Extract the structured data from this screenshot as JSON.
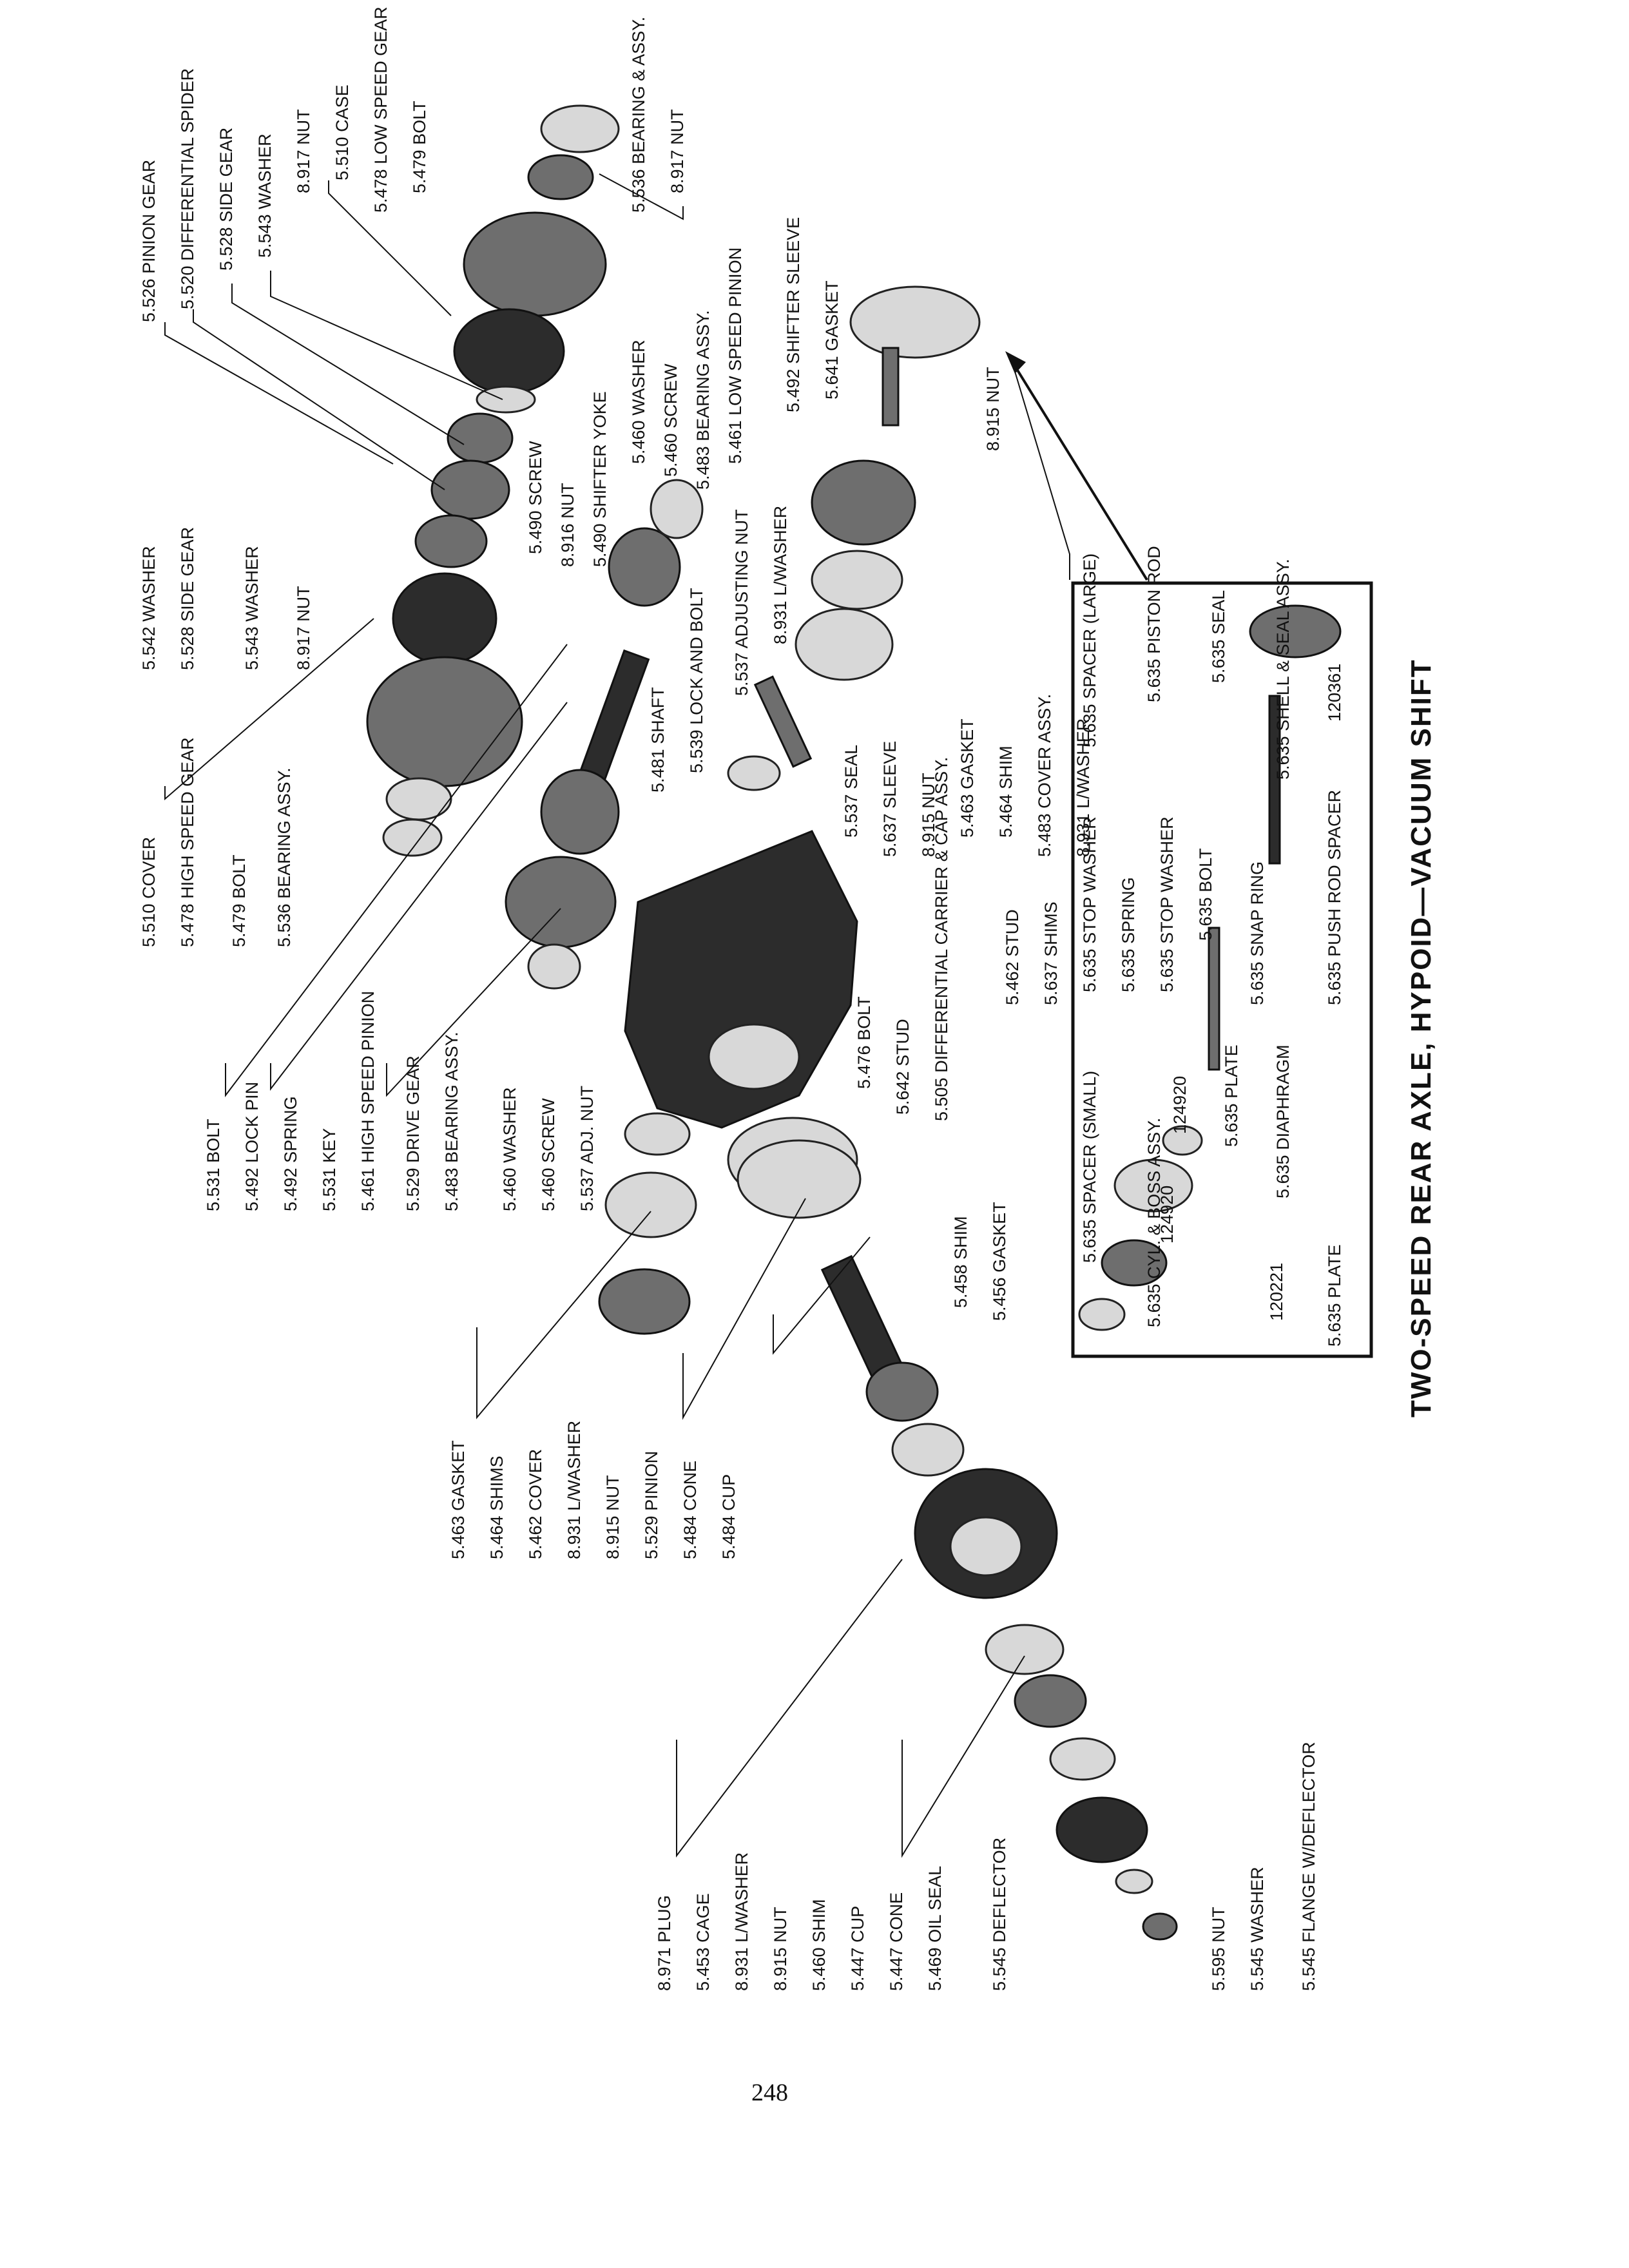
{
  "title": "TWO-SPEED REAR AXLE, HYPOID—VACUUM SHIFT",
  "page_number": "248",
  "callouts": {
    "top_group": [
      "5.526 PINION GEAR",
      "5.520 DIFFERENTIAL SPIDER",
      "5.528 SIDE GEAR",
      "5.543 WASHER",
      "8.917 NUT",
      "5.510 CASE",
      "5.478 LOW SPEED GEAR",
      "5.479 BOLT",
      "5.536 BEARING & ASSY.",
      "8.917 NUT"
    ],
    "shifter_group": [
      "5.492 SHIFTER SLEEVE",
      "5.641 GASKET",
      "8.915 NUT",
      "5.460 WASHER",
      "5.460 SCREW",
      "5.483 BEARING ASSY.",
      "5.461 LOW SPEED PINION",
      "5.490 SCREW",
      "8.916 NUT",
      "5.490 SHIFTER YOKE"
    ],
    "middle_left": [
      "5.542 WASHER",
      "5.528 SIDE GEAR",
      "5.543 WASHER",
      "8.917 NUT",
      "5.510 COVER",
      "5.478 HIGH SPEED GEAR",
      "5.479 BOLT",
      "5.536 BEARING ASSY."
    ],
    "middle_right": [
      "8.931 L/WASHER",
      "5.537 ADJUSTING NUT",
      "5.539 LOCK AND BOLT",
      "5.481 SHAFT",
      "5.537 SEAL",
      "5.637 SLEEVE",
      "8.915 NUT",
      "5.463 GASKET",
      "5.464 SHIM",
      "5.483 COVER ASSY.",
      "8.931 L/WASHER"
    ],
    "carrier_group": [
      "5.462 STUD",
      "5.637 SHIMS",
      "5.476 BOLT",
      "5.642 STUD",
      "5.505 DIFFERENTIAL CARRIER & CAP ASSY."
    ],
    "left_group": [
      "5.531 BOLT",
      "5.492 LOCK PIN",
      "5.492 SPRING",
      "5.531 KEY",
      "5.461 HIGH SPEED PINION",
      "5.529 DRIVE GEAR",
      "5.483 BEARING ASSY.",
      "5.460 WASHER",
      "5.460 SCREW",
      "5.537 ADJ. NUT"
    ],
    "pinion_group": [
      "5.458 SHIM",
      "5.456 GASKET",
      "5.463 GASKET",
      "5.464 SHIMS",
      "5.462 COVER",
      "8.931 L/WASHER",
      "8.915 NUT",
      "5.529 PINION",
      "5.484 CONE",
      "5.484 CUP"
    ],
    "bottom_group": [
      "8.971 PLUG",
      "5.453 CAGE",
      "8.931 L/WASHER",
      "8.915 NUT",
      "5.460 SHIM",
      "5.447 CUP",
      "5.447 CONE",
      "5.469 OIL SEAL",
      "5.545 DEFLECTOR",
      "5.595 NUT",
      "5.545 WASHER",
      "5.545 FLANGE W/DEFLECTOR"
    ],
    "inset": [
      "5.635 SPACER (LARGE)",
      "5.635 PISTON ROD",
      "5.635 SEAL",
      "5.635 STOP WASHER",
      "5.635 SPRING",
      "5.635 STOP WASHER",
      "5.635 BOLT",
      "5.635 SPACER (SMALL)",
      "124920",
      "5.635 PLATE",
      "5.635 DIAPHRAGM",
      "5.635 SNAP RING",
      "5.635 SHELL & SEAL ASSY.",
      "5.635 PUSH ROD SPACER",
      "120361",
      "5.635 CYL. & BOSS ASSY.",
      "124920",
      "120221",
      "5.635 PLATE"
    ]
  }
}
